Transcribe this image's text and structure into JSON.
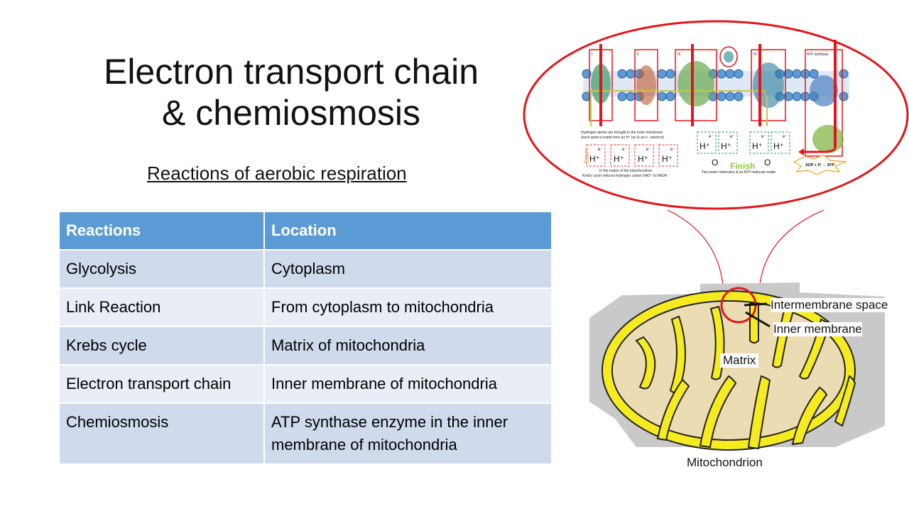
{
  "slide": {
    "title_line1": "Electron transport chain",
    "title_line2": "& chemiosmosis",
    "subtitle": "Reactions of aerobic respiration"
  },
  "table": {
    "headers": [
      "Reactions",
      "Location"
    ],
    "rows": [
      {
        "reaction": "Glycolysis",
        "location": "Cytoplasm"
      },
      {
        "reaction": "Link Reaction",
        "location": "From cytoplasm to mitochondria"
      },
      {
        "reaction": "Krebs cycle",
        "location": "Matrix of mitochondria"
      },
      {
        "reaction": "Electron transport chain",
        "location": "Inner membrane of mitochondria"
      },
      {
        "reaction": "Chemiosmosis",
        "location": "ATP synthase enzyme in the inner membrane of mitochondria"
      }
    ]
  },
  "etc_diagram": {
    "complex_labels": [
      "I",
      "II",
      "III",
      "IV",
      "ATP synthase"
    ],
    "caption_start_1": "Hydrogen atoms are brought to the inner membrane",
    "caption_start_2": "(each atom is made from an H⁺ ion  & an e⁻ electron)",
    "start_label": "Start",
    "finish_label": "Finish",
    "h_ion": "H⁺",
    "electron": "e⁻",
    "oxygen": "O",
    "caption_matrix_1": "In the matrix of the mitochondrion",
    "caption_matrix_2": "Kreb's cycle reduces hydrogen carrier NAD⁺ to NADH",
    "caption_finish": "Two water molecules & an ATP molecule made",
    "atp_equation": "ADP + Pᵢ → ATP"
  },
  "mito_diagram": {
    "label_intermembrane": "Intermembrane space",
    "label_inner_membrane": "Inner membrane",
    "label_matrix": "Matrix",
    "caption": "Mitochondrion"
  },
  "colors": {
    "header_blue": "#5b9bd5",
    "row_dark": "#cfdaec",
    "row_light": "#e8edf6",
    "highlight_red": "#e0161c",
    "mito_yellow": "#f5eb1e",
    "mito_matrix": "#ebdcb4"
  }
}
